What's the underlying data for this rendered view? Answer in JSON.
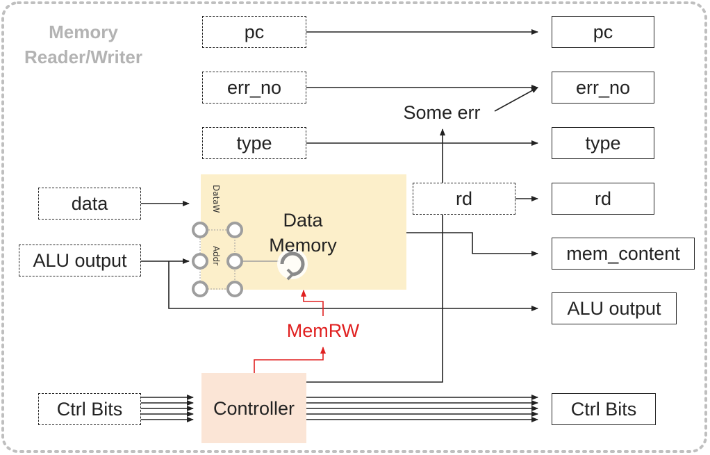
{
  "title": {
    "line1": "Memory",
    "line2": "Reader/Writer"
  },
  "inputs": {
    "pc": "pc",
    "err_no": "err_no",
    "type": "type",
    "data": "data",
    "alu_output": "ALU output",
    "rd": "rd",
    "ctrl_bits": "Ctrl Bits"
  },
  "outputs": {
    "pc": "pc",
    "err_no": "err_no",
    "type": "type",
    "rd": "rd",
    "mem_content": "mem_content",
    "alu_output": "ALU output",
    "ctrl_bits": "Ctrl Bits"
  },
  "data_memory": {
    "line1": "Data",
    "line2": "Memory",
    "port_dataw": "DataW",
    "port_addr": "Addr"
  },
  "controller": {
    "label": "Controller"
  },
  "signals": {
    "some_err": "Some err",
    "memrw": "MemRW"
  },
  "colors": {
    "memory_fill": "#fcefca",
    "controller_fill": "#fbe5d6",
    "memrw": "#e02020",
    "title": "#b3b3b3",
    "frame": "#bfbfbf"
  }
}
